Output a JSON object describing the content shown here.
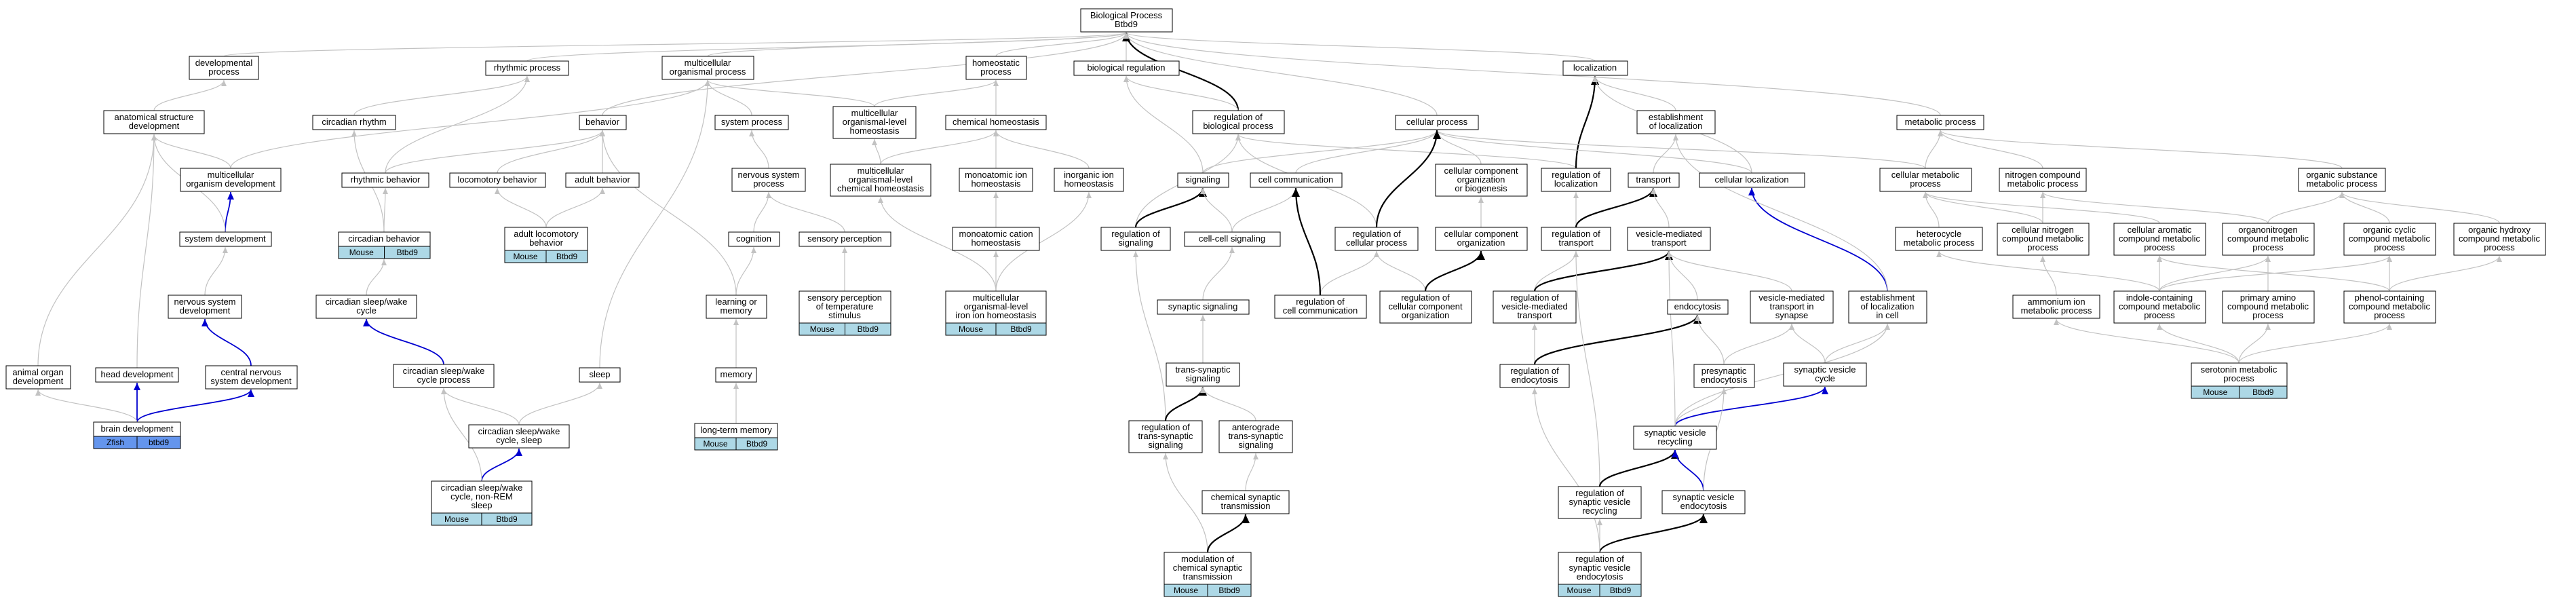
{
  "nodes": [
    {
      "id": "bp",
      "label": "Biological Process\nBtbd9"
    },
    {
      "id": "devproc",
      "label": "developmental\nprocess"
    },
    {
      "id": "rhythmic",
      "label": "rhythmic process"
    },
    {
      "id": "multiorg",
      "label": "multicellular\norganismal process"
    },
    {
      "id": "homeoproc",
      "label": "homeostatic\nprocess"
    },
    {
      "id": "bioreg",
      "label": "biological regulation"
    },
    {
      "id": "localization",
      "label": "localization"
    },
    {
      "id": "anatdev",
      "label": "anatomical structure\ndevelopment"
    },
    {
      "id": "circrhythm",
      "label": "circadian rhythm"
    },
    {
      "id": "behavior",
      "label": "behavior"
    },
    {
      "id": "sysproc",
      "label": "system process"
    },
    {
      "id": "mcohomeo",
      "label": "multicellular\norganismal-level\nhomeostasis"
    },
    {
      "id": "chemhomeo",
      "label": "chemical homeostasis"
    },
    {
      "id": "regbp",
      "label": "regulation of\nbiological process"
    },
    {
      "id": "cellproc",
      "label": "cellular process"
    },
    {
      "id": "estloc",
      "label": "establishment\nof localization"
    },
    {
      "id": "metproc",
      "label": "metabolic process"
    },
    {
      "id": "mcorgdev",
      "label": "multicellular\norganism development"
    },
    {
      "id": "rhythbeh",
      "label": "rhythmic behavior"
    },
    {
      "id": "locobeh",
      "label": "locomotory behavior"
    },
    {
      "id": "adultbeh",
      "label": "adult behavior"
    },
    {
      "id": "nsproc",
      "label": "nervous system\nprocess"
    },
    {
      "id": "mcochemhomeo",
      "label": "multicellular\norganismal-level\nchemical homeostasis"
    },
    {
      "id": "monoion",
      "label": "monoatomic ion\nhomeostasis"
    },
    {
      "id": "inorgion",
      "label": "inorganic ion\nhomeostasis"
    },
    {
      "id": "signaling",
      "label": "signaling"
    },
    {
      "id": "cellcomm",
      "label": "cell communication"
    },
    {
      "id": "ccorg",
      "label": "cellular component\norganization\nor biogenesis"
    },
    {
      "id": "regloc",
      "label": "regulation of\nlocalization"
    },
    {
      "id": "transport",
      "label": "transport"
    },
    {
      "id": "cellloc",
      "label": "cellular localization"
    },
    {
      "id": "cellmet",
      "label": "cellular metabolic\nprocess"
    },
    {
      "id": "nitromet",
      "label": "nitrogen compound\nmetabolic process"
    },
    {
      "id": "orgsub",
      "label": "organic substance\nmetabolic process"
    },
    {
      "id": "sysdev",
      "label": "system development"
    },
    {
      "id": "circbeh",
      "label": "circadian behavior"
    },
    {
      "id": "adultloco",
      "label": "adult locomotory\nbehavior"
    },
    {
      "id": "cognition",
      "label": "cognition"
    },
    {
      "id": "sensperc",
      "label": "sensory perception"
    },
    {
      "id": "monocation",
      "label": "monoatomic cation\nhomeostasis"
    },
    {
      "id": "regsig",
      "label": "regulation of\nsignaling"
    },
    {
      "id": "cellcellsig",
      "label": "cell-cell signaling"
    },
    {
      "id": "regcellproc",
      "label": "regulation of\ncellular process"
    },
    {
      "id": "ccorg2",
      "label": "cellular component\norganization"
    },
    {
      "id": "regtrans",
      "label": "regulation of\ntransport"
    },
    {
      "id": "vesmedtrans",
      "label": "vesicle-mediated\ntransport"
    },
    {
      "id": "heterocycle",
      "label": "heterocycle\nmetabolic process"
    },
    {
      "id": "cellnitro",
      "label": "cellular nitrogen\ncompound metabolic\nprocess"
    },
    {
      "id": "cellarom",
      "label": "cellular aromatic\ncompound metabolic\nprocess"
    },
    {
      "id": "organonitro",
      "label": "organonitrogen\ncompound metabolic\nprocess"
    },
    {
      "id": "orgcyclic",
      "label": "organic cyclic\ncompound metabolic\nprocess"
    },
    {
      "id": "orghydroxy",
      "label": "organic hydroxy\ncompound metabolic\nprocess"
    },
    {
      "id": "nsdev",
      "label": "nervous system\ndevelopment"
    },
    {
      "id": "circsleepwake",
      "label": "circadian sleep/wake\ncycle"
    },
    {
      "id": "learnmem",
      "label": "learning or\nmemory"
    },
    {
      "id": "senspercTemp",
      "label": "sensory perception\nof temperature\nstimulus"
    },
    {
      "id": "mcoiron",
      "label": "multicellular\norganismal-level\niron ion homeostasis"
    },
    {
      "id": "synsig",
      "label": "synaptic signaling"
    },
    {
      "id": "regcellcomm",
      "label": "regulation of\ncell communication"
    },
    {
      "id": "regccorg",
      "label": "regulation of\ncellular component\norganization"
    },
    {
      "id": "regvesmed",
      "label": "regulation of\nvesicle-mediated\ntransport"
    },
    {
      "id": "endocytosis",
      "label": "endocytosis"
    },
    {
      "id": "vesmedsyn",
      "label": "vesicle-mediated\ntransport in\nsynapse"
    },
    {
      "id": "estlocincell",
      "label": "establishment\nof localization\nin cell"
    },
    {
      "id": "ammonium",
      "label": "ammonium ion\nmetabolic process"
    },
    {
      "id": "indole",
      "label": "indole-containing\ncompound metabolic\nprocess"
    },
    {
      "id": "primamino",
      "label": "primary amino\ncompound metabolic\nprocess"
    },
    {
      "id": "phenol",
      "label": "phenol-containing\ncompound metabolic\nprocess"
    },
    {
      "id": "animalorgan",
      "label": "animal organ\ndevelopment"
    },
    {
      "id": "headdev",
      "label": "head development"
    },
    {
      "id": "cnsdev",
      "label": "central nervous\nsystem development"
    },
    {
      "id": "circsleepproc",
      "label": "circadian sleep/wake\ncycle process"
    },
    {
      "id": "sleep",
      "label": "sleep"
    },
    {
      "id": "memory",
      "label": "memory"
    },
    {
      "id": "transsyn",
      "label": "trans-synaptic\nsignaling"
    },
    {
      "id": "regendo",
      "label": "regulation of\nendocytosis"
    },
    {
      "id": "presynendo",
      "label": "presynaptic\nendocytosis"
    },
    {
      "id": "synvescycle",
      "label": "synaptic vesicle\ncycle"
    },
    {
      "id": "serotonin",
      "label": "serotonin metabolic\nprocess"
    },
    {
      "id": "braindev",
      "label": "brain development"
    },
    {
      "id": "circsleepwake2",
      "label": "circadian sleep/wake\ncycle, sleep"
    },
    {
      "id": "ltm",
      "label": "long-term memory"
    },
    {
      "id": "regtranssyn",
      "label": "regulation of\ntrans-synaptic\nsignaling"
    },
    {
      "id": "anterograde",
      "label": "anterograde\ntrans-synaptic\nsignaling"
    },
    {
      "id": "synvesrecyc",
      "label": "synaptic vesicle\nrecycling"
    },
    {
      "id": "nonrem",
      "label": "circadian sleep/wake\ncycle, non-REM\nsleep"
    },
    {
      "id": "chemsyn",
      "label": "chemical synaptic\ntransmission"
    },
    {
      "id": "regsynvesrecyc",
      "label": "regulation of\nsynaptic vesicle\nrecycling"
    },
    {
      "id": "synvesendo",
      "label": "synaptic vesicle\nendocytosis"
    },
    {
      "id": "modchemsyn",
      "label": "modulation of\nchemical synaptic\ntransmission"
    },
    {
      "id": "regsynvesendo",
      "label": "regulation of\nsynaptic vesicle\nendocytosis"
    }
  ],
  "annotations": [
    {
      "node": "circbeh",
      "species": "Mouse",
      "gene": "Btbd9",
      "species_color": "#add8e6"
    },
    {
      "node": "adultloco",
      "species": "Mouse",
      "gene": "Btbd9",
      "species_color": "#add8e6"
    },
    {
      "node": "senspercTemp",
      "species": "Mouse",
      "gene": "Btbd9",
      "species_color": "#add8e6"
    },
    {
      "node": "mcoiron",
      "species": "Mouse",
      "gene": "Btbd9",
      "species_color": "#add8e6"
    },
    {
      "node": "serotonin",
      "species": "Mouse",
      "gene": "Btbd9",
      "species_color": "#add8e6"
    },
    {
      "node": "braindev",
      "species": "Zfish",
      "gene": "btbd9",
      "species_color": "#6495ed"
    },
    {
      "node": "ltm",
      "species": "Mouse",
      "gene": "Btbd9",
      "species_color": "#add8e6"
    },
    {
      "node": "nonrem",
      "species": "Mouse",
      "gene": "Btbd9",
      "species_color": "#add8e6"
    },
    {
      "node": "modchemsyn",
      "species": "Mouse",
      "gene": "Btbd9",
      "species_color": "#add8e6"
    },
    {
      "node": "regsynvesendo",
      "species": "Mouse",
      "gene": "Btbd9",
      "species_color": "#add8e6"
    }
  ],
  "edges": [
    [
      "devproc",
      "bp",
      "is_a"
    ],
    [
      "rhythmic",
      "bp",
      "is_a"
    ],
    [
      "multiorg",
      "bp",
      "is_a"
    ],
    [
      "homeoproc",
      "bp",
      "is_a"
    ],
    [
      "bioreg",
      "bp",
      "is_a"
    ],
    [
      "localization",
      "bp",
      "is_a"
    ],
    [
      "cellproc",
      "bp",
      "is_a"
    ],
    [
      "metproc",
      "bp",
      "is_a"
    ],
    [
      "regbp",
      "bp",
      "regulates"
    ],
    [
      "anatdev",
      "devproc",
      "is_a"
    ],
    [
      "circrhythm",
      "rhythmic",
      "is_a"
    ],
    [
      "behavior",
      "bp",
      "is_a"
    ],
    [
      "sysproc",
      "multiorg",
      "is_a"
    ],
    [
      "mcohomeo",
      "multiorg",
      "is_a"
    ],
    [
      "mcohomeo",
      "homeoproc",
      "is_a"
    ],
    [
      "chemhomeo",
      "homeoproc",
      "is_a"
    ],
    [
      "regbp",
      "bioreg",
      "is_a"
    ],
    [
      "estloc",
      "localization",
      "is_a"
    ],
    [
      "mcorgdev",
      "multiorg",
      "is_a"
    ],
    [
      "mcorgdev",
      "anatdev",
      "is_a"
    ],
    [
      "rhythbeh",
      "behavior",
      "is_a"
    ],
    [
      "rhythbeh",
      "rhythmic",
      "is_a"
    ],
    [
      "locobeh",
      "behavior",
      "is_a"
    ],
    [
      "adultbeh",
      "behavior",
      "is_a"
    ],
    [
      "nsproc",
      "sysproc",
      "is_a"
    ],
    [
      "mcochemhomeo",
      "mcohomeo",
      "is_a"
    ],
    [
      "mcochemhomeo",
      "chemhomeo",
      "is_a"
    ],
    [
      "monoion",
      "chemhomeo",
      "is_a"
    ],
    [
      "inorgion",
      "chemhomeo",
      "is_a"
    ],
    [
      "signaling",
      "cellproc",
      "is_a"
    ],
    [
      "signaling",
      "bioreg",
      "is_a"
    ],
    [
      "cellcomm",
      "cellproc",
      "is_a"
    ],
    [
      "ccorg",
      "cellproc",
      "is_a"
    ],
    [
      "regloc",
      "regbp",
      "is_a"
    ],
    [
      "regloc",
      "localization",
      "regulates"
    ],
    [
      "transport",
      "estloc",
      "is_a"
    ],
    [
      "cellloc",
      "localization",
      "is_a"
    ],
    [
      "cellloc",
      "cellproc",
      "is_a"
    ],
    [
      "cellmet",
      "cellproc",
      "is_a"
    ],
    [
      "cellmet",
      "metproc",
      "is_a"
    ],
    [
      "nitromet",
      "metproc",
      "is_a"
    ],
    [
      "orgsub",
      "metproc",
      "is_a"
    ],
    [
      "sysdev",
      "mcorgdev",
      "part_of"
    ],
    [
      "sysdev",
      "anatdev",
      "is_a"
    ],
    [
      "circbeh",
      "rhythbeh",
      "is_a"
    ],
    [
      "circbeh",
      "circrhythm",
      "is_a"
    ],
    [
      "adultloco",
      "locobeh",
      "is_a"
    ],
    [
      "adultloco",
      "adultbeh",
      "is_a"
    ],
    [
      "cognition",
      "nsproc",
      "is_a"
    ],
    [
      "sensperc",
      "nsproc",
      "is_a"
    ],
    [
      "monocation",
      "monoion",
      "is_a"
    ],
    [
      "regsig",
      "regbp",
      "is_a"
    ],
    [
      "regsig",
      "signaling",
      "regulates"
    ],
    [
      "cellcellsig",
      "signaling",
      "is_a"
    ],
    [
      "cellcellsig",
      "cellcomm",
      "is_a"
    ],
    [
      "regcellproc",
      "regbp",
      "is_a"
    ],
    [
      "regcellproc",
      "cellproc",
      "regulates"
    ],
    [
      "ccorg2",
      "ccorg",
      "is_a"
    ],
    [
      "regtrans",
      "regloc",
      "is_a"
    ],
    [
      "regtrans",
      "transport",
      "regulates"
    ],
    [
      "vesmedtrans",
      "transport",
      "is_a"
    ],
    [
      "heterocycle",
      "cellmet",
      "is_a"
    ],
    [
      "cellnitro",
      "nitromet",
      "is_a"
    ],
    [
      "cellnitro",
      "cellmet",
      "is_a"
    ],
    [
      "cellarom",
      "cellmet",
      "is_a"
    ],
    [
      "organonitro",
      "nitromet",
      "is_a"
    ],
    [
      "organonitro",
      "orgsub",
      "is_a"
    ],
    [
      "orgcyclic",
      "orgsub",
      "is_a"
    ],
    [
      "orghydroxy",
      "orgsub",
      "is_a"
    ],
    [
      "nsdev",
      "sysdev",
      "is_a"
    ],
    [
      "circsleepwake",
      "circbeh",
      "is_a"
    ],
    [
      "learnmem",
      "cognition",
      "is_a"
    ],
    [
      "learnmem",
      "behavior",
      "is_a"
    ],
    [
      "senspercTemp",
      "sensperc",
      "is_a"
    ],
    [
      "mcoiron",
      "mcochemhomeo",
      "is_a"
    ],
    [
      "mcoiron",
      "monocation",
      "is_a"
    ],
    [
      "mcoiron",
      "inorgion",
      "is_a"
    ],
    [
      "synsig",
      "cellcellsig",
      "is_a"
    ],
    [
      "regcellcomm",
      "regcellproc",
      "is_a"
    ],
    [
      "regcellcomm",
      "cellcomm",
      "regulates"
    ],
    [
      "regccorg",
      "regcellproc",
      "is_a"
    ],
    [
      "regccorg",
      "ccorg2",
      "regulates"
    ],
    [
      "regvesmed",
      "regtrans",
      "is_a"
    ],
    [
      "regvesmed",
      "vesmedtrans",
      "regulates"
    ],
    [
      "endocytosis",
      "vesmedtrans",
      "is_a"
    ],
    [
      "vesmedsyn",
      "vesmedtrans",
      "is_a"
    ],
    [
      "estlocincell",
      "cellloc",
      "part_of"
    ],
    [
      "estlocincell",
      "estloc",
      "is_a"
    ],
    [
      "ammonium",
      "cellnitro",
      "is_a"
    ],
    [
      "indole",
      "heterocycle",
      "is_a"
    ],
    [
      "indole",
      "organonitro",
      "is_a"
    ],
    [
      "indole",
      "cellarom",
      "is_a"
    ],
    [
      "indole",
      "orgcyclic",
      "is_a"
    ],
    [
      "primamino",
      "organonitro",
      "is_a"
    ],
    [
      "phenol",
      "orghydroxy",
      "is_a"
    ],
    [
      "phenol",
      "orgcyclic",
      "is_a"
    ],
    [
      "phenol",
      "cellarom",
      "is_a"
    ],
    [
      "animalorgan",
      "anatdev",
      "is_a"
    ],
    [
      "headdev",
      "anatdev",
      "is_a"
    ],
    [
      "cnsdev",
      "nsdev",
      "part_of"
    ],
    [
      "circsleepproc",
      "circsleepwake",
      "part_of"
    ],
    [
      "sleep",
      "multiorg",
      "is_a"
    ],
    [
      "memory",
      "learnmem",
      "is_a"
    ],
    [
      "transsyn",
      "synsig",
      "is_a"
    ],
    [
      "regendo",
      "regvesmed",
      "is_a"
    ],
    [
      "regendo",
      "endocytosis",
      "regulates"
    ],
    [
      "presynendo",
      "endocytosis",
      "is_a"
    ],
    [
      "presynendo",
      "vesmedsyn",
      "is_a"
    ],
    [
      "synvescycle",
      "vesmedsyn",
      "is_a"
    ],
    [
      "synvescycle",
      "estlocincell",
      "is_a"
    ],
    [
      "serotonin",
      "indole",
      "is_a"
    ],
    [
      "serotonin",
      "primamino",
      "is_a"
    ],
    [
      "serotonin",
      "phenol",
      "is_a"
    ],
    [
      "serotonin",
      "ammonium",
      "is_a"
    ],
    [
      "braindev",
      "headdev",
      "part_of"
    ],
    [
      "braindev",
      "cnsdev",
      "part_of"
    ],
    [
      "braindev",
      "animalorgan",
      "is_a"
    ],
    [
      "circsleepwake2",
      "sleep",
      "is_a"
    ],
    [
      "circsleepwake2",
      "circsleepproc",
      "is_a"
    ],
    [
      "ltm",
      "memory",
      "is_a"
    ],
    [
      "regtranssyn",
      "regsig",
      "is_a"
    ],
    [
      "regtranssyn",
      "transsyn",
      "regulates"
    ],
    [
      "anterograde",
      "transsyn",
      "is_a"
    ],
    [
      "synvesrecyc",
      "synvescycle",
      "part_of"
    ],
    [
      "synvesrecyc",
      "presynendo",
      "is_a"
    ],
    [
      "synvesrecyc",
      "vesmedtrans",
      "is_a"
    ],
    [
      "synvesrecyc",
      "estlocincell",
      "is_a"
    ],
    [
      "nonrem",
      "circsleepwake2",
      "part_of"
    ],
    [
      "nonrem",
      "circsleepproc",
      "is_a"
    ],
    [
      "chemsyn",
      "anterograde",
      "is_a"
    ],
    [
      "regsynvesrecyc",
      "regtrans",
      "is_a"
    ],
    [
      "regsynvesrecyc",
      "synvesrecyc",
      "regulates"
    ],
    [
      "synvesendo",
      "synvesrecyc",
      "part_of"
    ],
    [
      "synvesendo",
      "presynendo",
      "is_a"
    ],
    [
      "modchemsyn",
      "regtranssyn",
      "is_a"
    ],
    [
      "modchemsyn",
      "chemsyn",
      "regulates"
    ],
    [
      "regsynvesendo",
      "regsynvesrecyc",
      "is_a"
    ],
    [
      "regsynvesendo",
      "synvesendo",
      "regulates"
    ],
    [
      "regsynvesendo",
      "regendo",
      "is_a"
    ]
  ],
  "edge_colors": {
    "is_a": "#c2c2c2",
    "part_of": "#0000d0",
    "regulates": "#000000"
  }
}
